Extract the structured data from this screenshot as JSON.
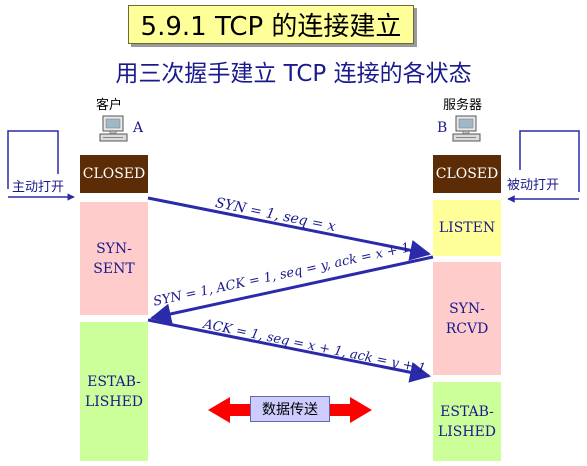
{
  "title": "5.9.1  TCP 的连接建立",
  "subtitle": "用三次握手建立 TCP 连接的各状态",
  "client": {
    "role": "客户",
    "letter": "A",
    "action": "主动打开",
    "states": [
      "CLOSED",
      "SYN-\nSENT",
      "ESTAB-\nLISHED"
    ]
  },
  "server": {
    "role": "服务器",
    "letter": "B",
    "action": "被动打开",
    "states": [
      "CLOSED",
      "LISTEN",
      "SYN-\nRCVD",
      "ESTAB-\nLISHED"
    ]
  },
  "messages": [
    "SYN = 1,  seq = x",
    "SYN = 1, ACK = 1, seq = y, ack = x + 1",
    "ACK = 1, seq = x + 1, ack = y + 1"
  ],
  "data_transfer": "数据传送",
  "colors": {
    "arrow": "#2a2aaa",
    "data_arrow": "#ff0000",
    "closed": "#5c2c06",
    "pink": "#ffcccc",
    "green": "#ccff99",
    "yellow": "#ffff99"
  }
}
